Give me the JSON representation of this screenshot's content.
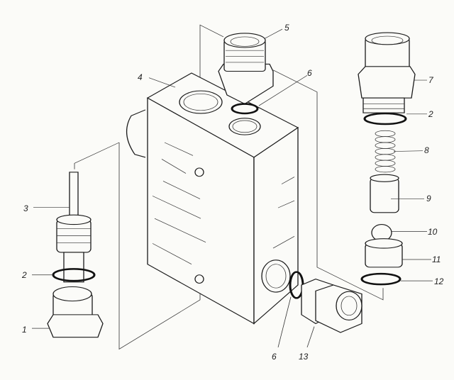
{
  "title": "Exploded view of valve block assembly",
  "callouts": [
    {
      "id": "c1",
      "text": "1"
    },
    {
      "id": "c2a",
      "text": "2"
    },
    {
      "id": "c3",
      "text": "3"
    },
    {
      "id": "c4",
      "text": "4"
    },
    {
      "id": "c5",
      "text": "5"
    },
    {
      "id": "c6a",
      "text": "6"
    },
    {
      "id": "c7",
      "text": "7"
    },
    {
      "id": "c2b",
      "text": "2"
    },
    {
      "id": "c8",
      "text": "8"
    },
    {
      "id": "c9",
      "text": "9"
    },
    {
      "id": "c10",
      "text": "10"
    },
    {
      "id": "c11",
      "text": "11"
    },
    {
      "id": "c12",
      "text": "12"
    },
    {
      "id": "c6b",
      "text": "6"
    },
    {
      "id": "c13",
      "text": "13"
    }
  ]
}
